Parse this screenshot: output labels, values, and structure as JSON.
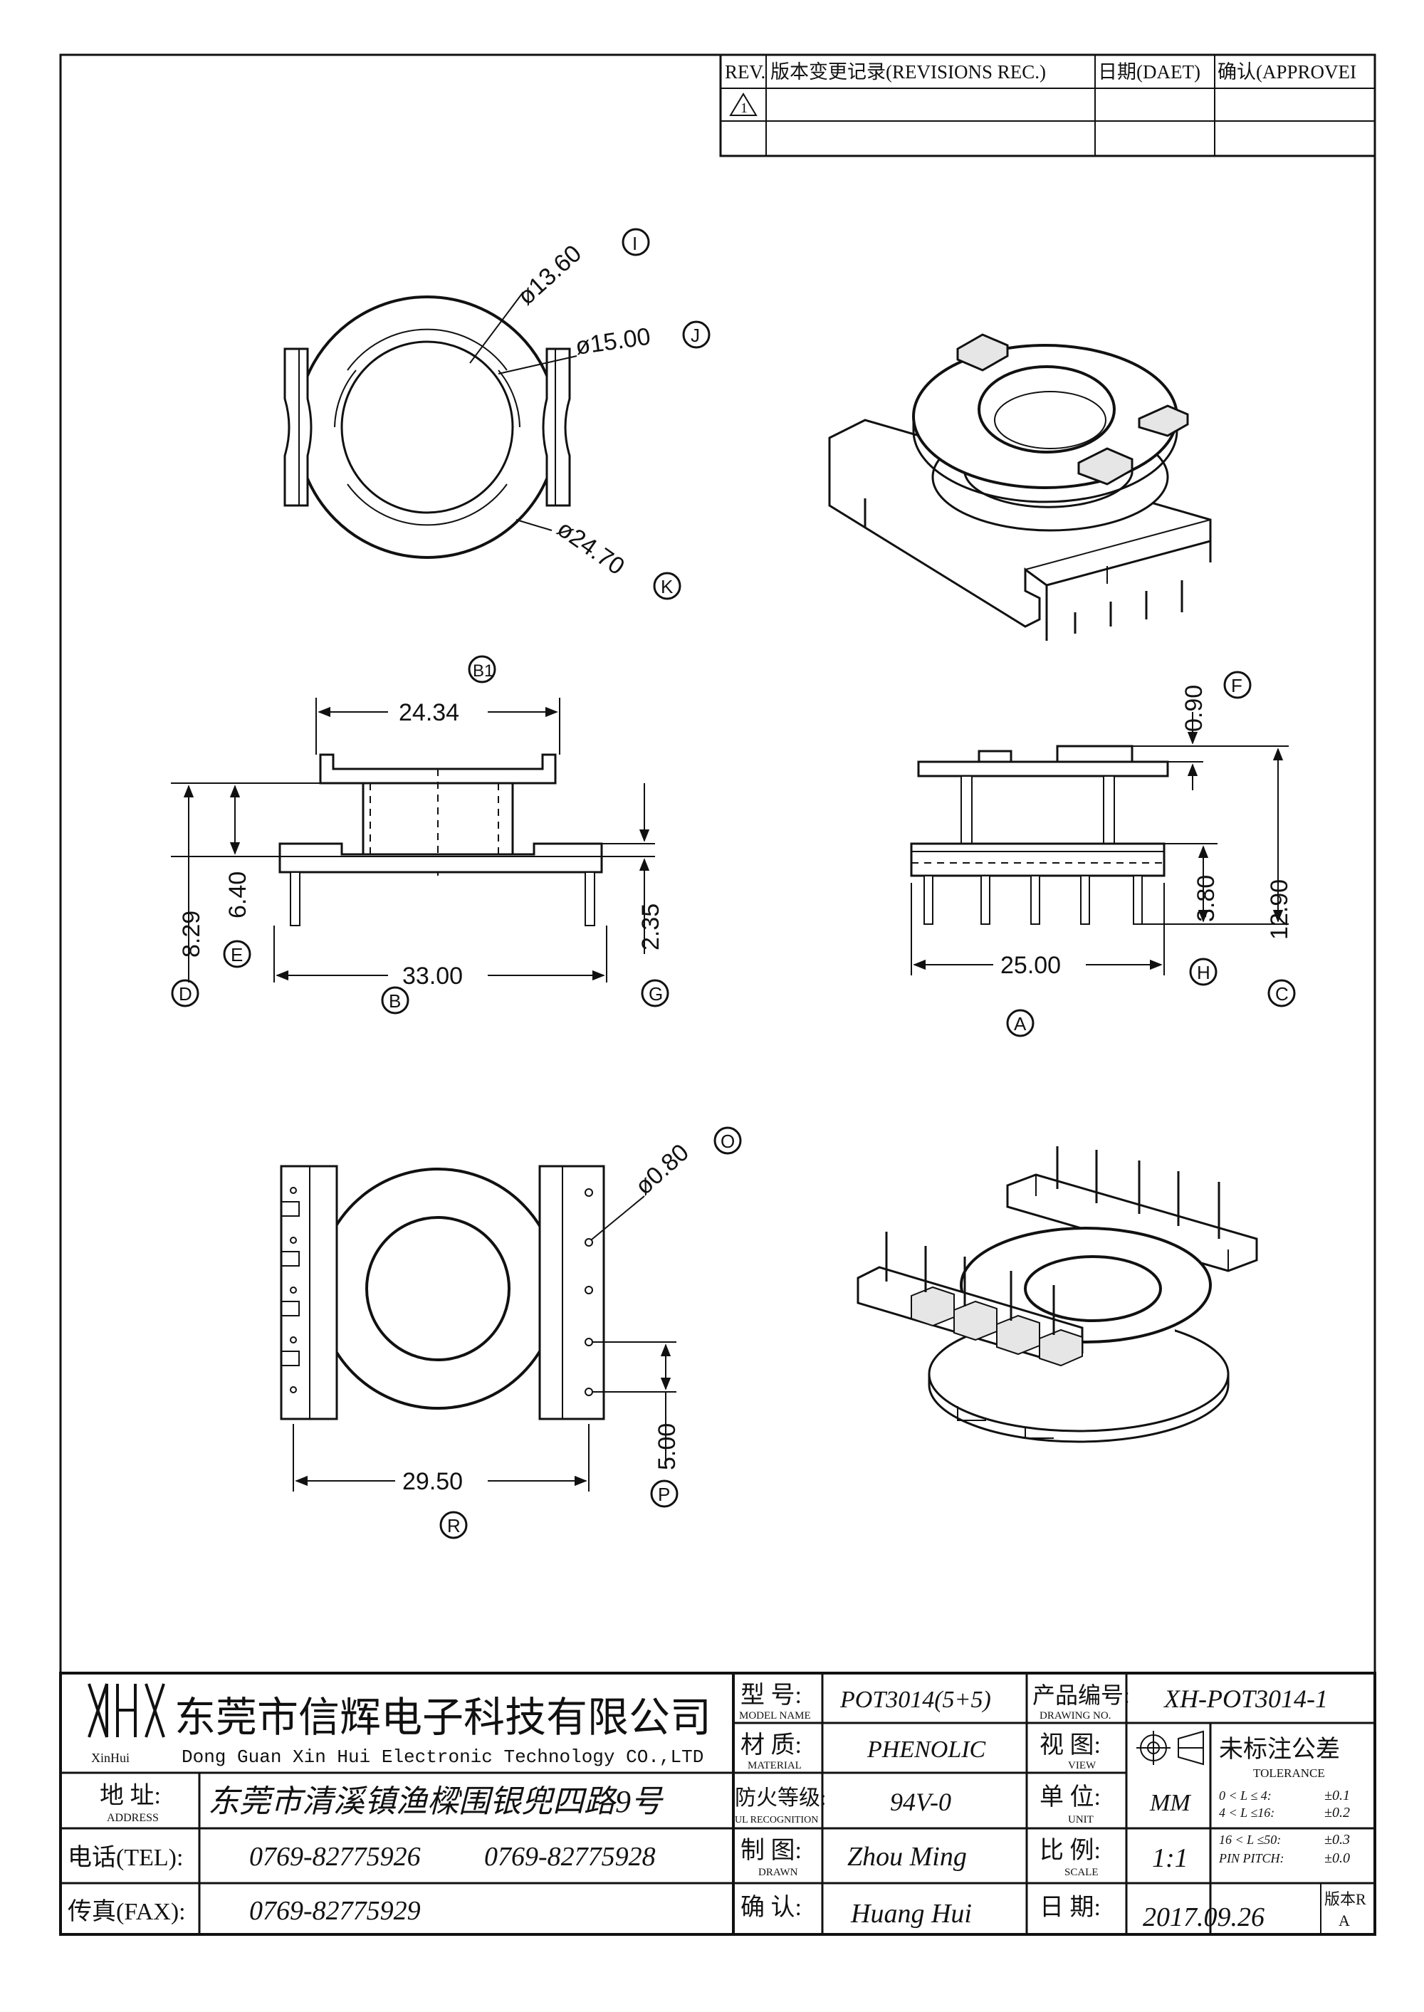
{
  "revisions": {
    "headers": [
      "REV.",
      "版本变更记录(REVISIONS REC.)",
      "日期(DAET)",
      "确认(APPROVEI"
    ],
    "rows": [
      [
        "1",
        "",
        "",
        ""
      ],
      [
        "",
        "",
        "",
        ""
      ]
    ]
  },
  "callouts": {
    "I": "I",
    "J": "J",
    "K": "K",
    "B1": "B1",
    "F": "F",
    "E": "E",
    "D": "D",
    "B": "B",
    "G": "G",
    "A": "A",
    "H": "H",
    "C": "C",
    "O": "O",
    "P": "P",
    "R": "R"
  },
  "dims": {
    "d_i": "ø13.60",
    "d_j": "ø15.00",
    "d_k": "ø24.70",
    "w_b1": "24.34",
    "h_d": "8.29",
    "h_e": "6.40",
    "w_b": "33.00",
    "h_g": "2.35",
    "h_f": "0.90",
    "w_a": "25.00",
    "h_h": "3.80",
    "h_c": "12.90",
    "d_o": "ø0.80",
    "p_p": "5.00",
    "w_r": "29.50"
  },
  "title_block": {
    "logo_name": "XinHui",
    "company_cn": "东莞市信辉电子科技有限公司",
    "company_en": "Dong Guan Xin Hui Electronic Technology CO.,LTD",
    "address_label_cn": "地  址:",
    "address_label_en": "ADDRESS",
    "address_value": "东莞市清溪镇渔樑围银兜四路9号",
    "tel_label": "电话(TEL):",
    "tel_1": "0769-82775926",
    "tel_2": "0769-82775928",
    "fax_label": "传真(FAX):",
    "fax_value": "0769-82775929",
    "model_label_cn": "型  号:",
    "model_label_en": "MODEL NAME",
    "model_value": "POT3014(5+5)",
    "material_label_cn": "材  质:",
    "material_label_en": "MATERIAL",
    "material_value": "PHENOLIC",
    "ul_label_cn": "防火等级:",
    "ul_label_en": "UL RECOGNITION",
    "ul_value": "94V-0",
    "drawn_label_cn": "制  图:",
    "drawn_label_en": "DRAWN",
    "drawn_value": "Zhou Ming",
    "confirm_label_cn": "确  认:",
    "confirm_value": "Huang Hui",
    "drawing_no_label_cn": "产品编号:",
    "drawing_no_label_en": "DRAWING NO.",
    "drawing_no_value": "XH-POT3014-1",
    "view_label_cn": "视  图:",
    "view_label_en": "VIEW",
    "unit_label_cn": "单  位:",
    "unit_label_en": "UNIT",
    "unit_value": "MM",
    "scale_label_cn": "比  例:",
    "scale_label_en": "SCALE",
    "scale_value": "1:1",
    "date_label_cn": "日  期:",
    "date_value": "2017.09.26",
    "tolerance_cn": "未标注公差",
    "tolerance_en": "TOLERANCE",
    "tolerance_rows": [
      [
        "0 < L ≤ 4:",
        "±0.1"
      ],
      [
        "4 < L ≤16:",
        "±0.2"
      ],
      [
        "16 < L ≤50:",
        "±0.3"
      ],
      [
        "PIN PITCH:",
        "±0.0"
      ]
    ],
    "version_label": "版本R",
    "version_value": "A"
  }
}
